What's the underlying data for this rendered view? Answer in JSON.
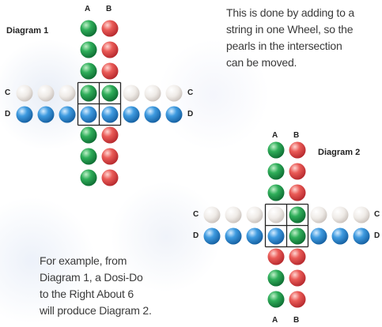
{
  "colors": {
    "green": "#1f9a4b",
    "red": "#e2474a",
    "blue": "#2d8fd8",
    "white": "#e9e4e0"
  },
  "intro_text": [
    "This is done by adding to a",
    "string in one Wheel, so the",
    "pearls in the intersection",
    "can be moved."
  ],
  "example_text": [
    "For example, from",
    "Diagram 1, a Dosi-Do",
    "to the Right About 6",
    "will produce Diagram 2."
  ],
  "diagrams": [
    {
      "title": "Diagram 1",
      "col_labels": [
        "A",
        "B"
      ],
      "row_labels": [
        "C",
        "D"
      ],
      "column_A": [
        "green",
        "green",
        "green",
        "green",
        "blue",
        "green",
        "green",
        "green"
      ],
      "column_B": [
        "red",
        "red",
        "red",
        "green",
        "blue",
        "red",
        "red",
        "red"
      ],
      "row_C": [
        "white",
        "white",
        "white",
        "green",
        "green",
        "white",
        "white",
        "white"
      ],
      "row_D": [
        "blue",
        "blue",
        "blue",
        "blue",
        "blue",
        "blue",
        "blue",
        "blue"
      ]
    },
    {
      "title": "Diagram 2",
      "col_labels": [
        "A",
        "B"
      ],
      "row_labels": [
        "C",
        "D"
      ],
      "column_A": [
        "green",
        "green",
        "green",
        "white",
        "blue",
        "red",
        "green",
        "green"
      ],
      "column_B": [
        "red",
        "red",
        "red",
        "green",
        "green",
        "red",
        "red",
        "red"
      ],
      "row_C": [
        "white",
        "white",
        "white",
        "white",
        "green",
        "white",
        "white",
        "white"
      ],
      "row_D": [
        "blue",
        "blue",
        "blue",
        "blue",
        "green",
        "blue",
        "blue",
        "blue"
      ]
    }
  ]
}
